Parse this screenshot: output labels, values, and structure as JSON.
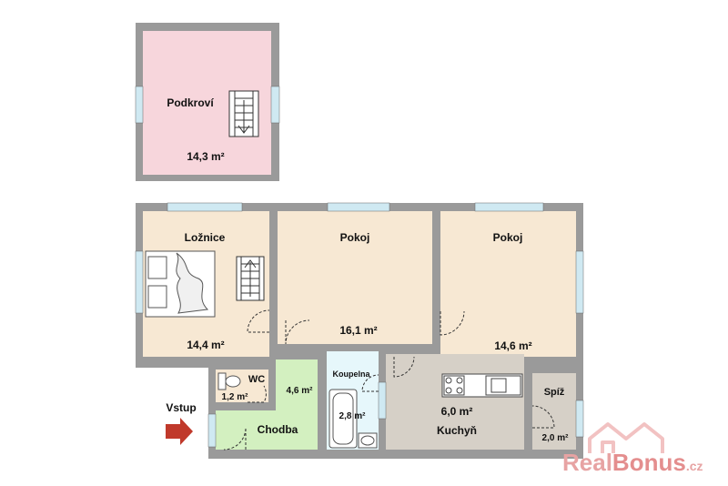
{
  "attic": {
    "name": "Podkroví",
    "area": "14,3 m²"
  },
  "rooms": {
    "loznice": {
      "name": "Ložnice",
      "area": "14,4 m²"
    },
    "pokoj_middle": {
      "name": "Pokoj",
      "area": "16,1 m²"
    },
    "pokoj_right": {
      "name": "Pokoj",
      "area": "14,6 m²"
    },
    "wc": {
      "name": "WC",
      "area": "1,2 m²"
    },
    "hall_area": "4,6 m²",
    "chodba": {
      "name": "Chodba"
    },
    "koupelna": {
      "name": "Koupelna",
      "area": "2,8 m²"
    },
    "kuchyn": {
      "name": "Kuchyň",
      "area": "6,0 m²"
    },
    "spiz": {
      "name": "Spíž",
      "area": "2,0 m²"
    }
  },
  "entrance": {
    "label": "Vstup"
  },
  "logo": {
    "part1": "Real",
    "part2": "Bonus",
    "suffix": ".cz"
  },
  "colors": {
    "wall": "#9a9a9a",
    "attic_fill": "#f7d6dc",
    "bedroom_fill": "#f7e8d3",
    "hall_fill": "#d3f0c0",
    "bath_fill": "#e6f7fb",
    "kitchen_fill": "#d6d0c7",
    "window": "#cfe9f2",
    "arrow": "#c0392b",
    "logo": "#e7a3a3"
  }
}
